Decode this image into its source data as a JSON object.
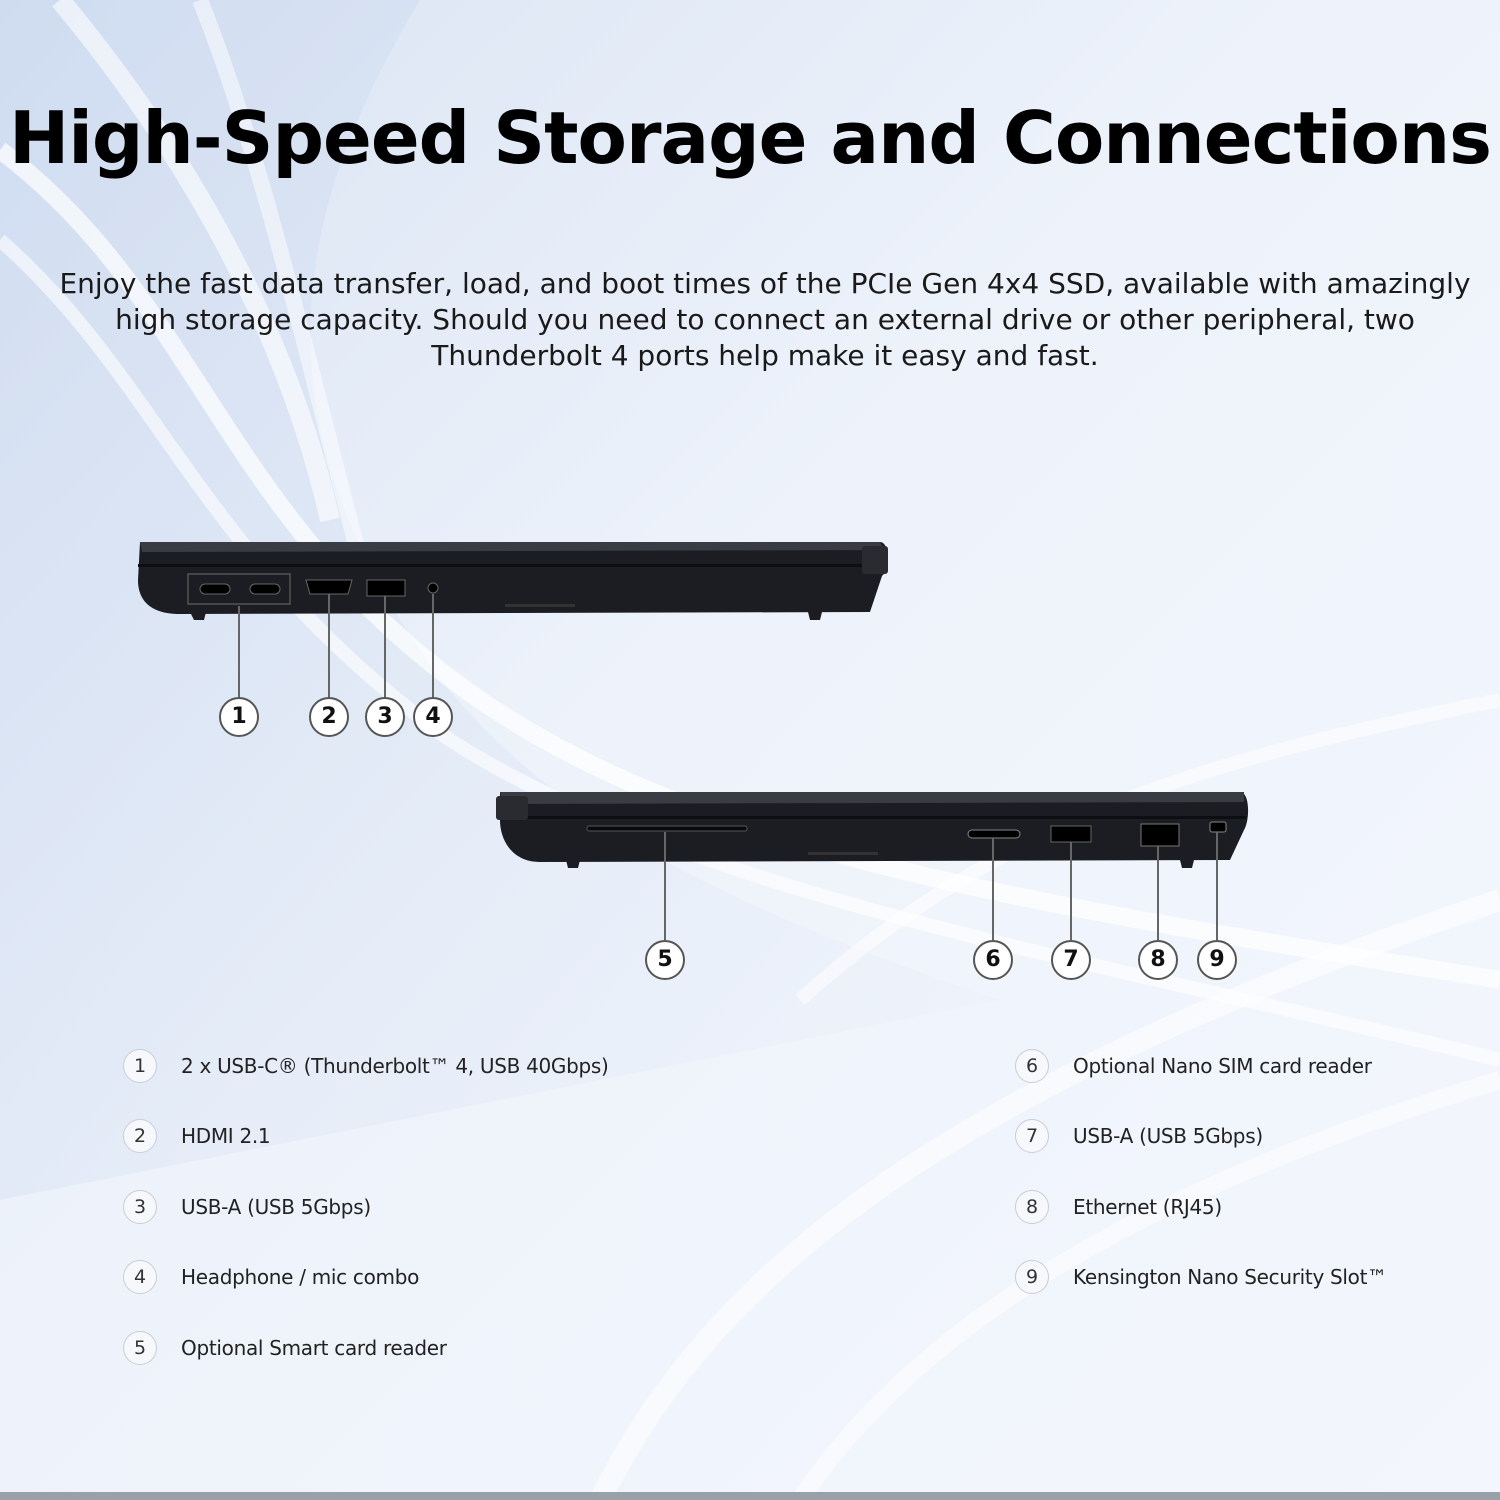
{
  "title": "High-Speed Storage and Connections",
  "subtitle": "Enjoy the fast data transfer, load, and boot times of the PCIe Gen 4x4 SSD, available with amazingly high storage capacity. Should you need to connect an external drive or other peripheral, two Thunderbolt 4 ports help make it easy and fast.",
  "callouts": [
    "1",
    "2",
    "3",
    "4",
    "5",
    "6",
    "7",
    "8",
    "9"
  ],
  "legend": [
    {
      "num": "1",
      "label": "2 x USB-C® (Thunderbolt™ 4, USB 40Gbps)"
    },
    {
      "num": "2",
      "label": "HDMI 2.1"
    },
    {
      "num": "3",
      "label": "USB-A (USB 5Gbps)"
    },
    {
      "num": "4",
      "label": "Headphone / mic combo"
    },
    {
      "num": "5",
      "label": "Optional Smart card reader"
    },
    {
      "num": "6",
      "label": "Optional Nano SIM card reader"
    },
    {
      "num": "7",
      "label": "USB-A (USB 5Gbps)"
    },
    {
      "num": "8",
      "label": "Ethernet (RJ45)"
    },
    {
      "num": "9",
      "label": "Kensington Nano Security Slot™"
    }
  ],
  "colors": {
    "laptop": "#1c1d22",
    "accent": "#cfdcf0"
  }
}
